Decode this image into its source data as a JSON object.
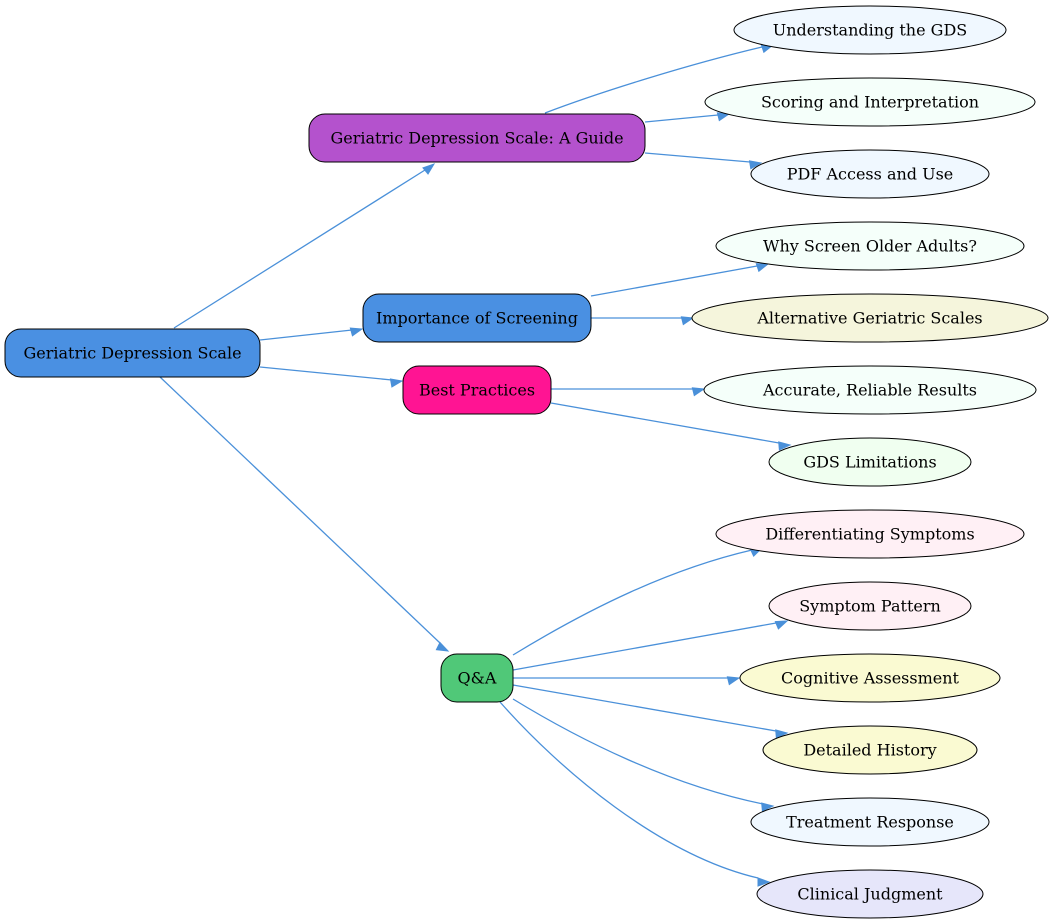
{
  "colors": {
    "edge": "#4a90d9",
    "node_stroke": "#000000",
    "text": "#000000"
  },
  "nodes": [
    {
      "id": "root",
      "label": "Geriatric Depression Scale",
      "shape": "rounded-rect",
      "fill": "#4a90e2"
    },
    {
      "id": "guide",
      "label": "Geriatric Depression Scale: A Guide",
      "shape": "rounded-rect",
      "fill": "#b452cd"
    },
    {
      "id": "importance",
      "label": "Importance of Screening",
      "shape": "rounded-rect",
      "fill": "#4a90e2"
    },
    {
      "id": "best",
      "label": "Best Practices",
      "shape": "rounded-rect",
      "fill": "#ff1493"
    },
    {
      "id": "qa",
      "label": "Q&A",
      "shape": "rounded-rect",
      "fill": "#50c878"
    },
    {
      "id": "understanding",
      "label": "Understanding the GDS",
      "shape": "ellipse",
      "fill": "#f0f8ff"
    },
    {
      "id": "scoring",
      "label": "Scoring and Interpretation",
      "shape": "ellipse",
      "fill": "#f5fffa"
    },
    {
      "id": "pdf",
      "label": "PDF Access and Use",
      "shape": "ellipse",
      "fill": "#f0f8ff"
    },
    {
      "id": "why",
      "label": "Why Screen Older Adults?",
      "shape": "ellipse",
      "fill": "#f5fffa"
    },
    {
      "id": "alternative",
      "label": "Alternative Geriatric Scales",
      "shape": "ellipse",
      "fill": "#f5f5dc"
    },
    {
      "id": "accurate",
      "label": "Accurate, Reliable Results",
      "shape": "ellipse",
      "fill": "#f5fffa"
    },
    {
      "id": "limitations",
      "label": "GDS Limitations",
      "shape": "ellipse",
      "fill": "#f0fff0"
    },
    {
      "id": "differentiating",
      "label": "Differentiating Symptoms",
      "shape": "ellipse",
      "fill": "#fff0f5"
    },
    {
      "id": "pattern",
      "label": "Symptom Pattern",
      "shape": "ellipse",
      "fill": "#fff0f5"
    },
    {
      "id": "cognitive",
      "label": "Cognitive Assessment",
      "shape": "ellipse",
      "fill": "#fafad2"
    },
    {
      "id": "history",
      "label": "Detailed History",
      "shape": "ellipse",
      "fill": "#fafad2"
    },
    {
      "id": "treatment",
      "label": "Treatment Response",
      "shape": "ellipse",
      "fill": "#f0f8ff"
    },
    {
      "id": "clinical",
      "label": "Clinical Judgment",
      "shape": "ellipse",
      "fill": "#e6e6fa"
    }
  ],
  "edges": [
    {
      "from": "root",
      "to": "guide"
    },
    {
      "from": "root",
      "to": "importance"
    },
    {
      "from": "root",
      "to": "best"
    },
    {
      "from": "root",
      "to": "qa"
    },
    {
      "from": "guide",
      "to": "understanding"
    },
    {
      "from": "guide",
      "to": "scoring"
    },
    {
      "from": "guide",
      "to": "pdf"
    },
    {
      "from": "importance",
      "to": "why"
    },
    {
      "from": "importance",
      "to": "alternative"
    },
    {
      "from": "best",
      "to": "accurate"
    },
    {
      "from": "best",
      "to": "limitations"
    },
    {
      "from": "qa",
      "to": "differentiating"
    },
    {
      "from": "qa",
      "to": "pattern"
    },
    {
      "from": "qa",
      "to": "cognitive"
    },
    {
      "from": "qa",
      "to": "history"
    },
    {
      "from": "qa",
      "to": "treatment"
    },
    {
      "from": "qa",
      "to": "clinical"
    }
  ]
}
